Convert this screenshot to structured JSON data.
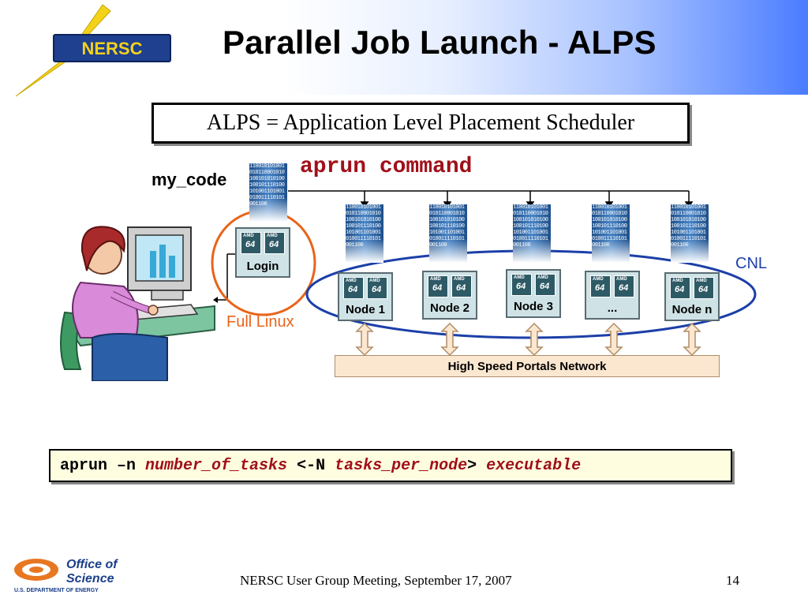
{
  "slide": {
    "title": "Parallel Job Launch - ALPS",
    "definition": "ALPS = Application Level Placement Scheduler",
    "aprun_command_label": "aprun command",
    "my_code_label": "my_code",
    "login_node": {
      "label": "Login"
    },
    "login_annotation": "Full Linux",
    "compute_nodes": [
      {
        "label": "Node 1"
      },
      {
        "label": "Node 2"
      },
      {
        "label": "Node 3"
      },
      {
        "label": "..."
      },
      {
        "label": "Node n"
      }
    ],
    "compute_annotation": "CNL",
    "network_label": "High Speed Portals Network",
    "command_syntax": {
      "p1": "aprun –n ",
      "p2": "number_of_tasks",
      "p3": " <-N ",
      "p4": "tasks_per_node",
      "p5": "> ",
      "p6": "executable"
    },
    "footer": "NERSC User Group Meeting, September 17, 2007",
    "page_number": "14"
  },
  "logos": {
    "nersc": "NERSC",
    "office_of_science_line1": "Office of",
    "office_of_science_line2": "Science",
    "doe": "U.S. DEPARTMENT OF ENERGY"
  },
  "binary_text": "110010101001010110001010100101010100100101110100101001101001010011110101001100",
  "colors": {
    "title_accent_gradient": "#4a7cff",
    "command_red": "#a0101a",
    "cnl_blue": "#1c3fa8",
    "full_linux_orange": "#e8641a",
    "network_fill": "#fbe7cf",
    "node_fill": "#cfe3e6"
  }
}
